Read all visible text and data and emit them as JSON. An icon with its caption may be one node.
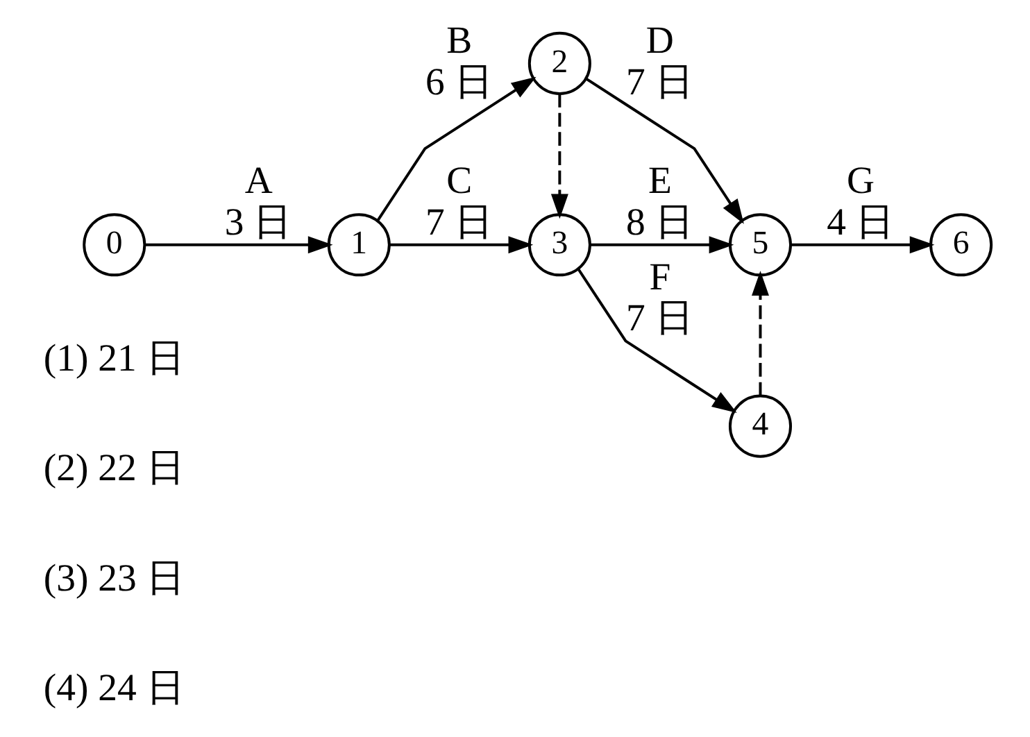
{
  "diagram": {
    "nodes": [
      {
        "text": [
          "0"
        ]
      },
      {
        "text": [
          "1"
        ]
      },
      {
        "text": [
          "2"
        ]
      },
      {
        "text": [
          "3"
        ]
      },
      {
        "text": [
          "4"
        ]
      },
      {
        "text": [
          "5"
        ]
      },
      {
        "text": [
          "6"
        ]
      }
    ],
    "edges": [
      {
        "from": 0,
        "to": 1,
        "arrow": "to",
        "label": "A 3 日"
      },
      {
        "from": 1,
        "to": 2,
        "arrow": "to",
        "label": "B 6 日"
      },
      {
        "from": 1,
        "to": 3,
        "arrow": "to",
        "label": "C 7 日"
      },
      {
        "from": 2,
        "to": 5,
        "arrow": "to",
        "label": "D 7 日"
      },
      {
        "from": 2,
        "to": 3,
        "arrow": "to",
        "style": "dashed"
      },
      {
        "from": 3,
        "to": 5,
        "arrow": "to",
        "label": "E 8 日"
      },
      {
        "from": 3,
        "to": 4,
        "arrow": "to",
        "label": "F 7 日"
      },
      {
        "from": 4,
        "to": 5,
        "arrow": "to",
        "style": "dashed"
      },
      {
        "from": 5,
        "to": 6,
        "arrow": "to",
        "label": "G 4 日"
      }
    ],
    "labels": [
      "(1) 21 日",
      "(2) 22 日",
      "(3) 23 日",
      "(4) 24 日"
    ]
  }
}
